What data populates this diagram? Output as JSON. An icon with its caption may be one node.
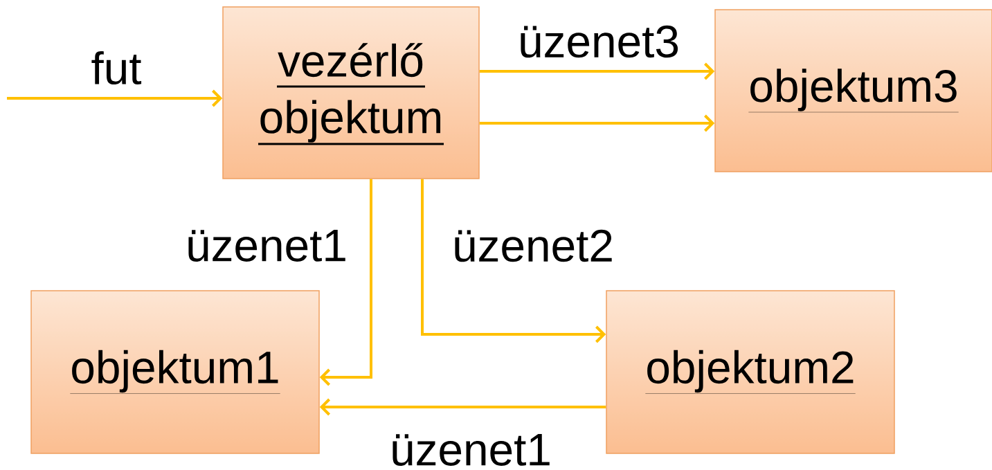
{
  "diagram": {
    "nodes": [
      {
        "text": [
          "vezérlő objektum"
        ]
      },
      {
        "text": [
          "objektum3"
        ]
      },
      {
        "text": [
          "objektum1"
        ]
      },
      {
        "text": [
          "objektum2"
        ]
      }
    ],
    "edges": [
      {
        "from": null,
        "to": 0,
        "arrow": "to",
        "label": "fut"
      },
      {
        "from": 0,
        "to": 1,
        "arrow": "to",
        "label": "üzenet3"
      },
      {
        "from": 0,
        "to": 1,
        "arrow": "to"
      },
      {
        "from": 0,
        "to": 2,
        "arrow": "to",
        "label": "üzenet1"
      },
      {
        "from": 0,
        "to": 3,
        "arrow": "to",
        "label": "üzenet2"
      },
      {
        "from": 3,
        "to": 2,
        "arrow": "to",
        "label": "üzenet1"
      }
    ]
  }
}
